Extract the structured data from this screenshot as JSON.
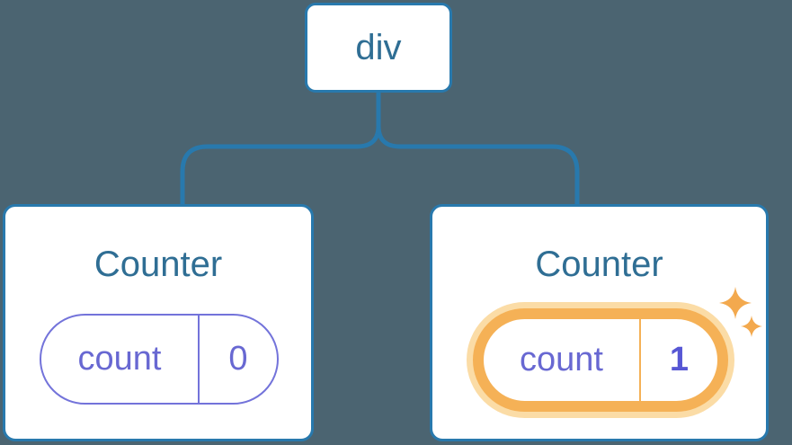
{
  "diagram": {
    "root": {
      "label": "div"
    },
    "children": [
      {
        "title": "Counter",
        "state": {
          "name": "count",
          "value": "0"
        },
        "highlighted": false
      },
      {
        "title": "Counter",
        "state": {
          "name": "count",
          "value": "1"
        },
        "highlighted": true,
        "icon": "sparkles-icon"
      }
    ]
  },
  "colors": {
    "bg": "#4b6471",
    "line": "#2879ad",
    "card-bg": "#ffffff",
    "blue-text": "#2f6e94",
    "purple-border": "#7373da",
    "purple-text": "#6868d2",
    "purple-value": "#5757d4",
    "orange": "#f5b156",
    "orange-light": "#fbdca6",
    "sparkle": "#f3a94e"
  }
}
